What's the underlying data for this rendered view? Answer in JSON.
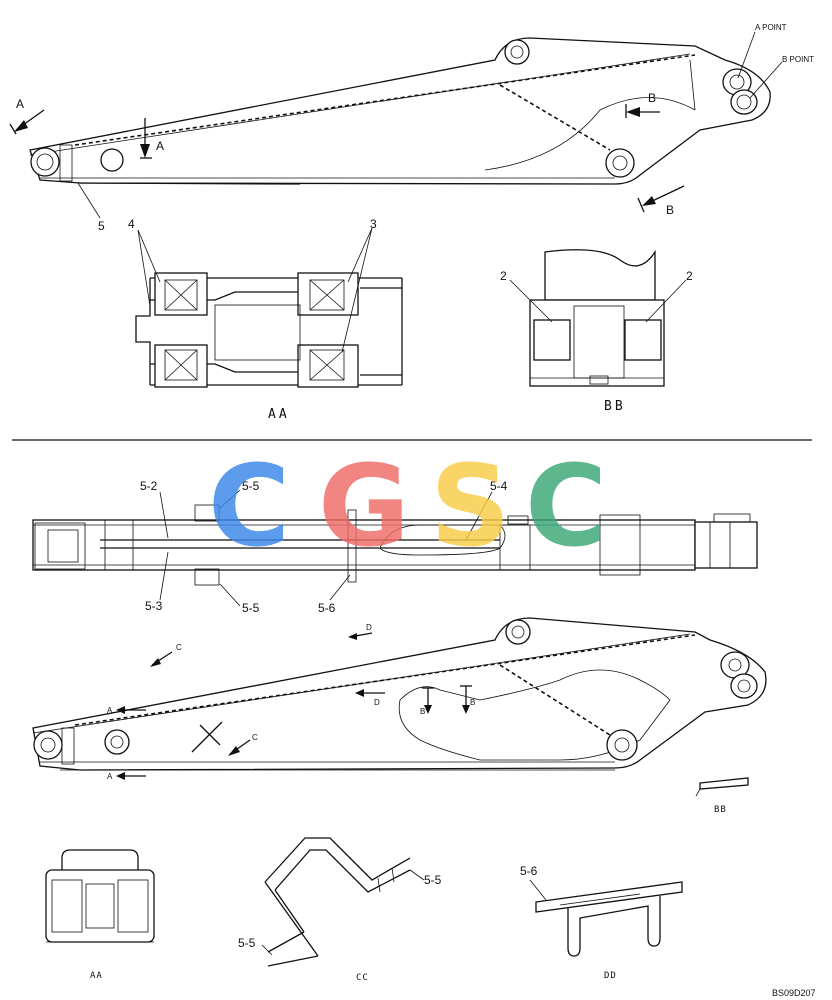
{
  "top_view": {
    "arrow_a_left": "A",
    "arrow_a_mid": "A",
    "arrow_b_upper": "B",
    "arrow_b_lower": "B",
    "a_point": "A POINT",
    "b_point": "B POINT",
    "part_5": "5"
  },
  "section_aa": {
    "title": "AA",
    "callout_left": "4",
    "callout_right": "3"
  },
  "section_bb": {
    "title": "BB",
    "callout_left": "2",
    "callout_right": "2"
  },
  "plan_view": {
    "label_5_2": "5-2",
    "label_5_3": "5-3",
    "label_5_4": "5-4",
    "label_5_5_top": "5-5",
    "label_5_5_bottom": "5-5",
    "label_5_6": "5-6"
  },
  "side_view": {
    "arrow_c_upper": "C",
    "arrow_c_lower": "C",
    "arrow_d_upper": "D",
    "arrow_d_lower": "D",
    "arrow_a_upper": "A",
    "arrow_a_lower": "A",
    "arrow_b_left": "B",
    "arrow_b_right": "B",
    "bb_small": "BB"
  },
  "details": {
    "aa_title": "AA",
    "cc_title": "CC",
    "cc_label_upper": "5-5",
    "cc_label_lower": "5-5",
    "dd_title": "DD",
    "dd_label": "5-6"
  },
  "drawing_code": "BS09D207",
  "watermark": {
    "letters": [
      "C",
      "G",
      "S",
      "C"
    ],
    "colors": [
      "#3a86e8",
      "#ef6b66",
      "#f7cd45",
      "#3aa876"
    ]
  }
}
